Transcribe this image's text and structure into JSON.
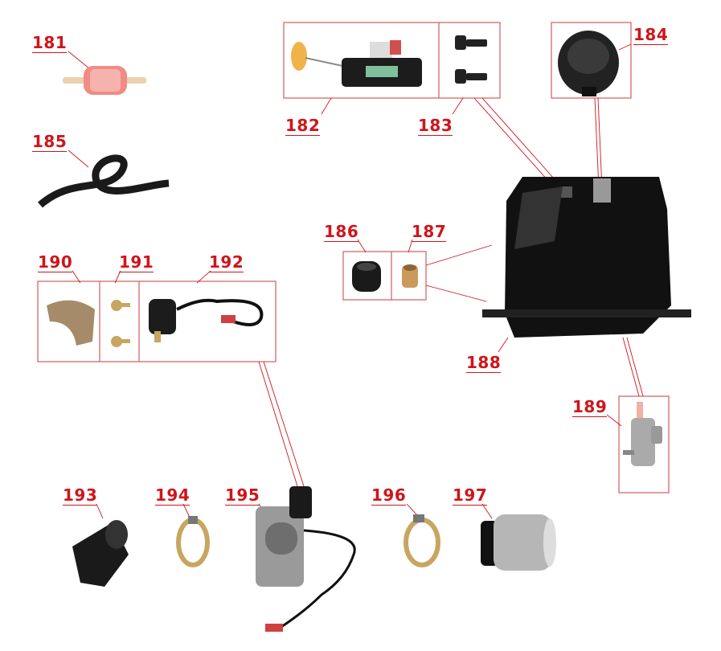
{
  "title": "Fuel system parts diagram",
  "colors": {
    "label": "#d0141b",
    "leader": "#d0141b",
    "box": "#d65a5a"
  },
  "labels": {
    "p181": "181",
    "p182": "182",
    "p183": "183",
    "p184": "184",
    "p185": "185",
    "p186": "186",
    "p187": "187",
    "p188": "188",
    "p189": "189",
    "p190": "190",
    "p191": "191",
    "p192": "192",
    "p193": "193",
    "p194": "194",
    "p195": "195",
    "p196": "196",
    "p197": "197"
  },
  "parts": [
    {
      "id": "181",
      "icon": "inline-fuel-filter"
    },
    {
      "id": "182",
      "icon": "fuel-level-sender"
    },
    {
      "id": "183",
      "icon": "bolts"
    },
    {
      "id": "184",
      "icon": "fuel-cap"
    },
    {
      "id": "185",
      "icon": "fuel-hose"
    },
    {
      "id": "186",
      "icon": "rubber-grommet"
    },
    {
      "id": "187",
      "icon": "bushing"
    },
    {
      "id": "188",
      "icon": "fuel-tank"
    },
    {
      "id": "189",
      "icon": "fuel-petcock"
    },
    {
      "id": "190",
      "icon": "bracket"
    },
    {
      "id": "191",
      "icon": "screws"
    },
    {
      "id": "192",
      "icon": "auto-choke"
    },
    {
      "id": "193",
      "icon": "intake-manifold"
    },
    {
      "id": "194",
      "icon": "hose-clamp"
    },
    {
      "id": "195",
      "icon": "carburetor"
    },
    {
      "id": "196",
      "icon": "hose-clamp"
    },
    {
      "id": "197",
      "icon": "air-filter"
    }
  ]
}
